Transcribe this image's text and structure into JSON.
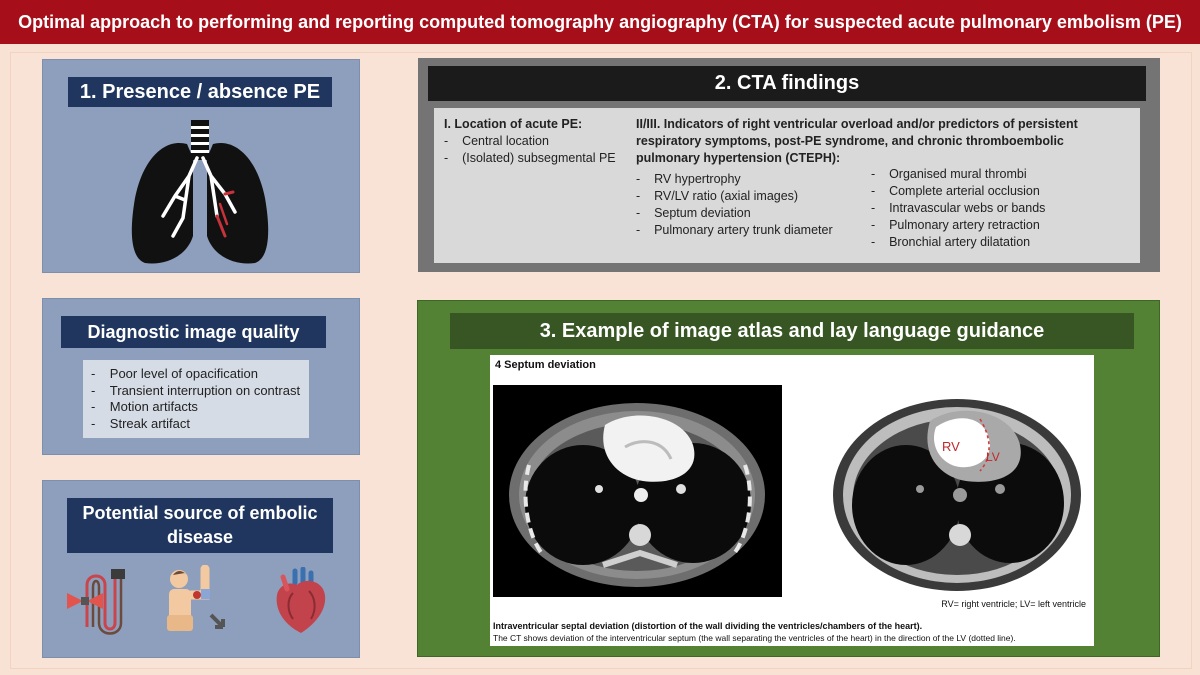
{
  "title": "Optimal approach to performing and reporting computed tomography angiography (CTA) for suspected acute pulmonary embolism (PE)",
  "panel_presence": {
    "heading": "1. Presence / absence PE",
    "icon": "lungs-icon"
  },
  "panel_quality": {
    "heading": "Diagnostic image quality",
    "items": [
      "Poor level of opacification",
      "Transient interruption on contrast",
      "Motion artifacts",
      "Streak artifact"
    ]
  },
  "panel_source": {
    "heading": "Potential source of embolic disease",
    "icons": [
      "catheter-icon",
      "arm-injury-icon",
      "heart-icon"
    ]
  },
  "panel_cta": {
    "heading": "2. CTA findings",
    "location_title": "I. Location of acute PE:",
    "location_items": [
      "Central location",
      "(Isolated) subsegmental PE"
    ],
    "indicators_title": "II/III. Indicators of right ventricular overload and/or predictors of persistent respiratory symptoms, post-PE syndrome, and chronic thromboembolic pulmonary hypertension (CTEPH):",
    "indicators_left": [
      "RV hypertrophy",
      "RV/LV ratio (axial images)",
      "Septum deviation",
      "Pulmonary artery trunk diameter"
    ],
    "indicators_right": [
      "Organised mural thrombi",
      "Complete arterial occlusion",
      "Intravascular webs or bands",
      "Pulmonary artery retraction",
      "Bronchial artery dilatation"
    ]
  },
  "panel_atlas": {
    "heading": "3. Example of image atlas and lay language guidance",
    "image_title": "4 Septum deviation",
    "rv_label": "RV",
    "lv_label": "LV",
    "abbreviations": "RV= right ventricle; LV= left ventricle",
    "caption_bold": "Intraventricular septal deviation (distortion of the wall dividing the ventricles/chambers of the heart).",
    "caption_text": "The CT shows deviation of the interventricular septum (the wall separating the ventricles of the heart) in the direction of the LV (dotted line)."
  },
  "colors": {
    "title_bar": "#a60f1a",
    "background": "#f8e2d4",
    "blue_panel": "#8d9fbc",
    "navy_heading": "#20365f",
    "cta_panel": "#747474",
    "atlas_panel": "#548235",
    "atlas_heading": "#375623"
  }
}
